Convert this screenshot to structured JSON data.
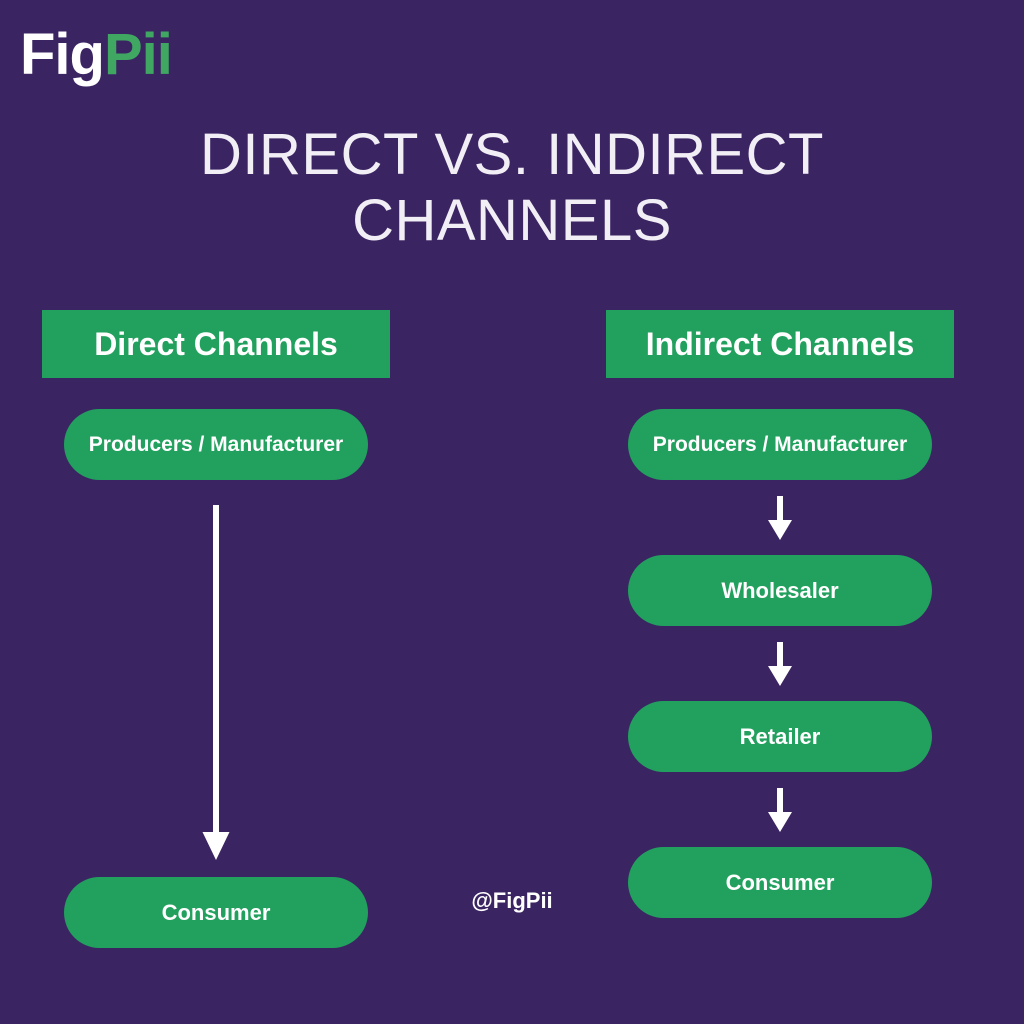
{
  "brand": {
    "logo_primary": "Fig",
    "logo_accent": "Pii",
    "accent_color": "#3fa761",
    "background_color": "#3b2462",
    "node_color": "#22a05e",
    "text_color": "#ffffff"
  },
  "title": "DIRECT VS. INDIRECT CHANNELS",
  "handle": "@FigPii",
  "columns": [
    {
      "header": "Direct Channels",
      "nodes": [
        {
          "label": "Producers / Manufacturer"
        },
        {
          "label": "Consumer"
        }
      ],
      "arrow_type": "long-arrow"
    },
    {
      "header": "Indirect Channels",
      "nodes": [
        {
          "label": "Producers / Manufacturer"
        },
        {
          "label": "Wholesaler"
        },
        {
          "label": "Retailer"
        },
        {
          "label": "Consumer"
        }
      ],
      "arrow_type": "short-arrow"
    }
  ]
}
